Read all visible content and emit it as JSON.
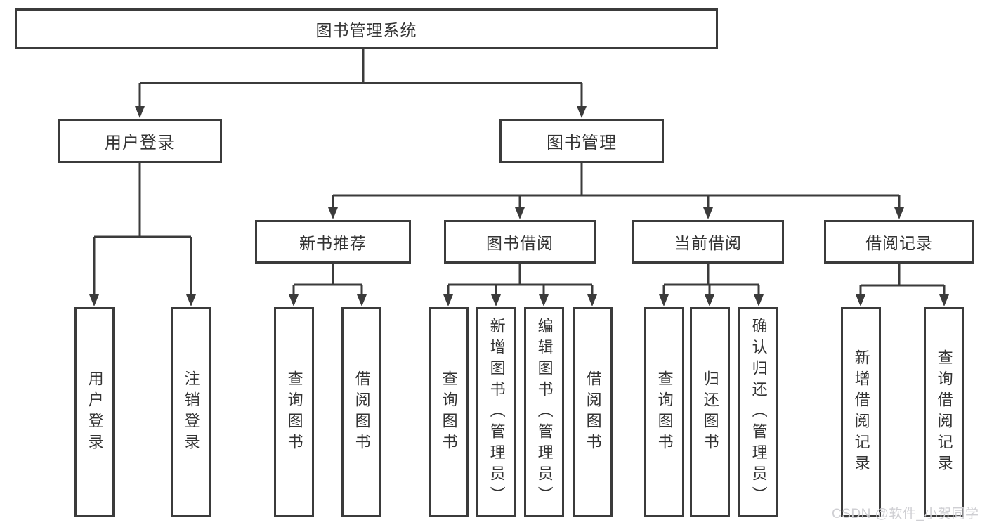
{
  "diagram": {
    "title": "图书管理系统",
    "children": [
      {
        "label": "用户登录",
        "children": [
          {
            "label": "用户登录"
          },
          {
            "label": "注销登录"
          }
        ]
      },
      {
        "label": "图书管理",
        "children": [
          {
            "label": "新书推荐",
            "children": [
              {
                "label": "查询图书"
              },
              {
                "label": "借阅图书"
              }
            ]
          },
          {
            "label": "图书借阅",
            "children": [
              {
                "label": "查询图书"
              },
              {
                "label": "新增图书（管理员）"
              },
              {
                "label": "编辑图书（管理员）"
              },
              {
                "label": "借阅图书"
              }
            ]
          },
          {
            "label": "当前借阅",
            "children": [
              {
                "label": "查询图书"
              },
              {
                "label": "归还图书"
              },
              {
                "label": "确认归还（管理员）"
              }
            ]
          },
          {
            "label": "借阅记录",
            "children": [
              {
                "label": "新增借阅记录"
              },
              {
                "label": "查询借阅记录"
              }
            ]
          }
        ]
      }
    ]
  },
  "watermark": {
    "text": "CSDN @软件_小贺同学"
  },
  "colors": {
    "line": "#3b3b3b",
    "text": "#333333",
    "background": "#ffffff",
    "watermark": "#cfcfd3"
  }
}
